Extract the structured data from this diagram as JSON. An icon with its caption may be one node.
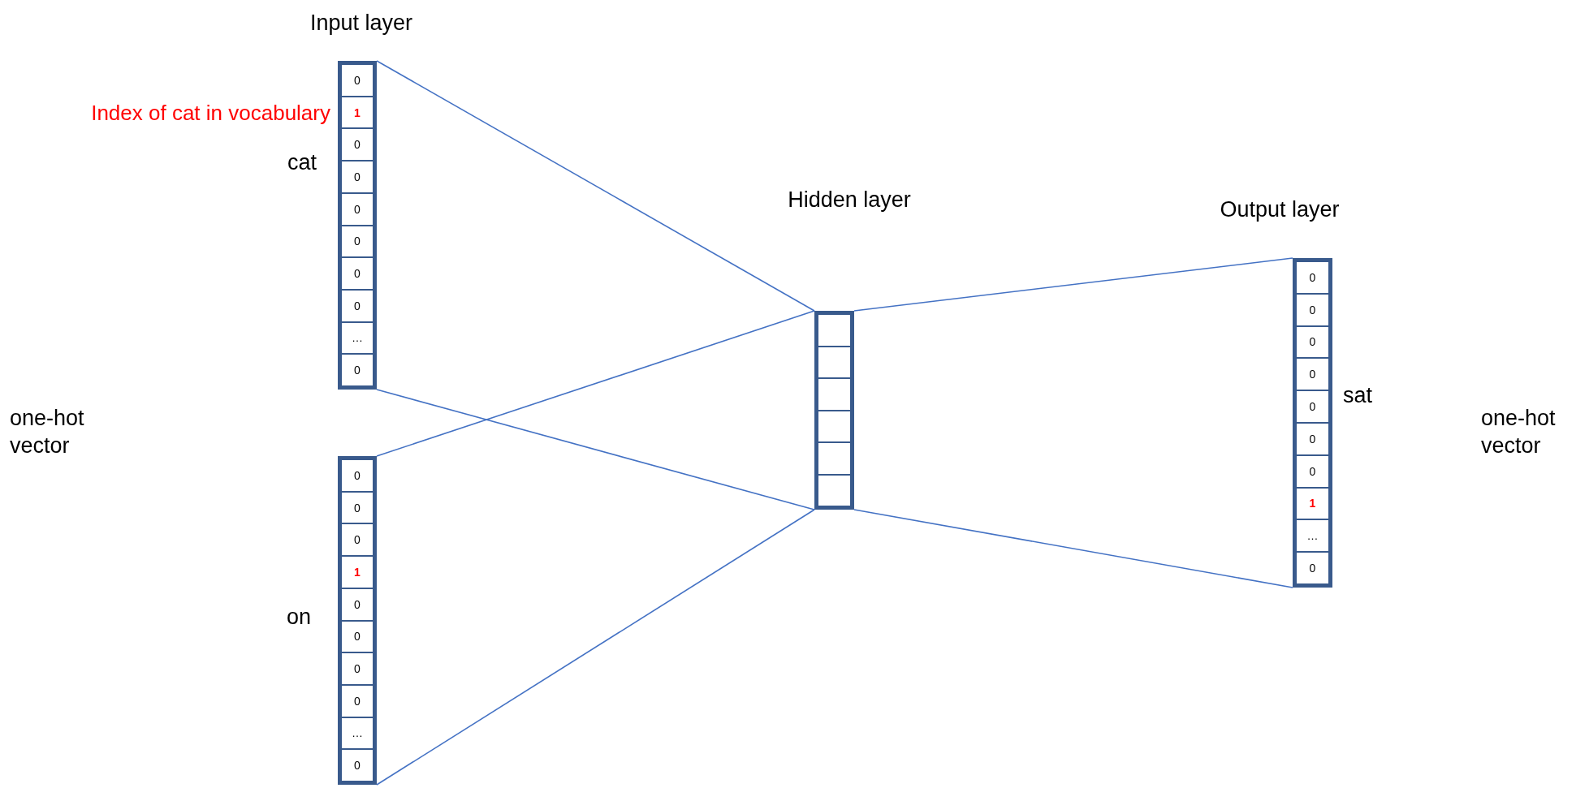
{
  "diagram": {
    "nodes": [
      {
        "text": [
          "Input layer"
        ],
        "beside": [
          "cat"
        ]
      },
      {
        "text": [
          "0"
        ],
        "in": 0
      },
      {
        "text": [
          "1"
        ],
        "in": 0,
        "beside": [
          "Index of cat in vocabulary"
        ]
      },
      {
        "text": [
          "0"
        ],
        "in": 0
      },
      {
        "text": [
          "0"
        ],
        "in": 0
      },
      {
        "text": [
          "0"
        ],
        "in": 0
      },
      {
        "text": [
          "0"
        ],
        "in": 0
      },
      {
        "text": [
          "0"
        ],
        "in": 0
      },
      {
        "text": [
          "0"
        ],
        "in": 0
      },
      {
        "text": [
          "…"
        ],
        "in": 0
      },
      {
        "text": [
          "0"
        ],
        "in": 0
      },
      {
        "text": [],
        "shape": "bar",
        "beside": [
          "on"
        ]
      },
      {
        "text": [
          "0"
        ],
        "in": 11
      },
      {
        "text": [
          "0"
        ],
        "in": 11
      },
      {
        "text": [
          "0"
        ],
        "in": 11
      },
      {
        "text": [
          "1"
        ],
        "in": 11
      },
      {
        "text": [
          "0"
        ],
        "in": 11
      },
      {
        "text": [
          "0"
        ],
        "in": 11
      },
      {
        "text": [
          "0"
        ],
        "in": 11
      },
      {
        "text": [
          "0"
        ],
        "in": 11
      },
      {
        "text": [
          "…"
        ],
        "in": 11
      },
      {
        "text": [
          "0"
        ],
        "in": 11
      },
      {
        "text": [
          "Hidden layer"
        ]
      },
      {
        "text": [],
        "shape": "box",
        "in": 22
      },
      {
        "text": [],
        "shape": "box",
        "in": 22
      },
      {
        "text": [],
        "shape": "box",
        "in": 22
      },
      {
        "text": [],
        "shape": "box",
        "in": 22
      },
      {
        "text": [],
        "shape": "box",
        "in": 22
      },
      {
        "text": [],
        "shape": "box",
        "in": 22
      },
      {
        "text": [
          "Output layer"
        ],
        "beside": [
          "sat"
        ]
      },
      {
        "text": [
          "0"
        ],
        "in": 29
      },
      {
        "text": [
          "0"
        ],
        "in": 29
      },
      {
        "text": [
          "0"
        ],
        "in": 29
      },
      {
        "text": [
          "0"
        ],
        "in": 29
      },
      {
        "text": [
          "0"
        ],
        "in": 29
      },
      {
        "text": [
          "0"
        ],
        "in": 29
      },
      {
        "text": [
          "0"
        ],
        "in": 29
      },
      {
        "text": [
          "1"
        ],
        "in": 29
      },
      {
        "text": [
          "…"
        ],
        "in": 29
      },
      {
        "text": [
          "0"
        ],
        "in": 29
      }
    ],
    "edges": [
      {
        "from": 0,
        "to": 22,
        "arrow": "none"
      },
      {
        "from": 0,
        "to": 22,
        "arrow": "none"
      },
      {
        "from": 11,
        "to": 22,
        "arrow": "none"
      },
      {
        "from": 11,
        "to": 22,
        "arrow": "none"
      },
      {
        "from": 22,
        "to": 29,
        "arrow": "none"
      },
      {
        "from": 22,
        "to": 29,
        "arrow": "none"
      }
    ],
    "labels": [
      "one-hot vector",
      "one-hot vector"
    ]
  }
}
